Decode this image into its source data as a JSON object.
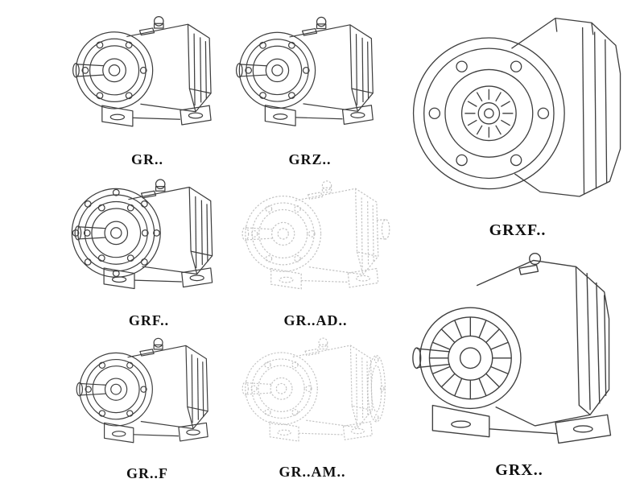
{
  "colors": {
    "line": "#3f3f3f",
    "faint_line": "#c3c3c3",
    "label_text": "#111111",
    "background": "#ffffff"
  },
  "figures": [
    {
      "id": "gr",
      "label": "GR..",
      "style": "solid",
      "drawing": "inline-helical-gearbox-foot-mounted"
    },
    {
      "id": "grz",
      "label": "GRZ..",
      "style": "solid",
      "drawing": "inline-helical-gearbox-foot-mounted"
    },
    {
      "id": "grxf",
      "label": "GRXF..",
      "style": "solid",
      "drawing": "flange-mounted-gearbox-front-view"
    },
    {
      "id": "grf",
      "label": "GRF..",
      "style": "solid",
      "drawing": "inline-helical-gearbox-with-output-flange"
    },
    {
      "id": "grad",
      "label": "GR..AD..",
      "style": "faint",
      "drawing": "inline-helical-gearbox-with-input-adapter"
    },
    {
      "id": "grff",
      "label": "GR..F",
      "style": "solid",
      "drawing": "inline-helical-gearbox-foot-mounted"
    },
    {
      "id": "gram",
      "label": "GR..AM..",
      "style": "faint",
      "drawing": "inline-helical-gearbox-with-motor-adapter-flange"
    },
    {
      "id": "grx",
      "label": "GRX..",
      "style": "solid",
      "drawing": "large-helical-gearbox-foot-mounted"
    }
  ]
}
